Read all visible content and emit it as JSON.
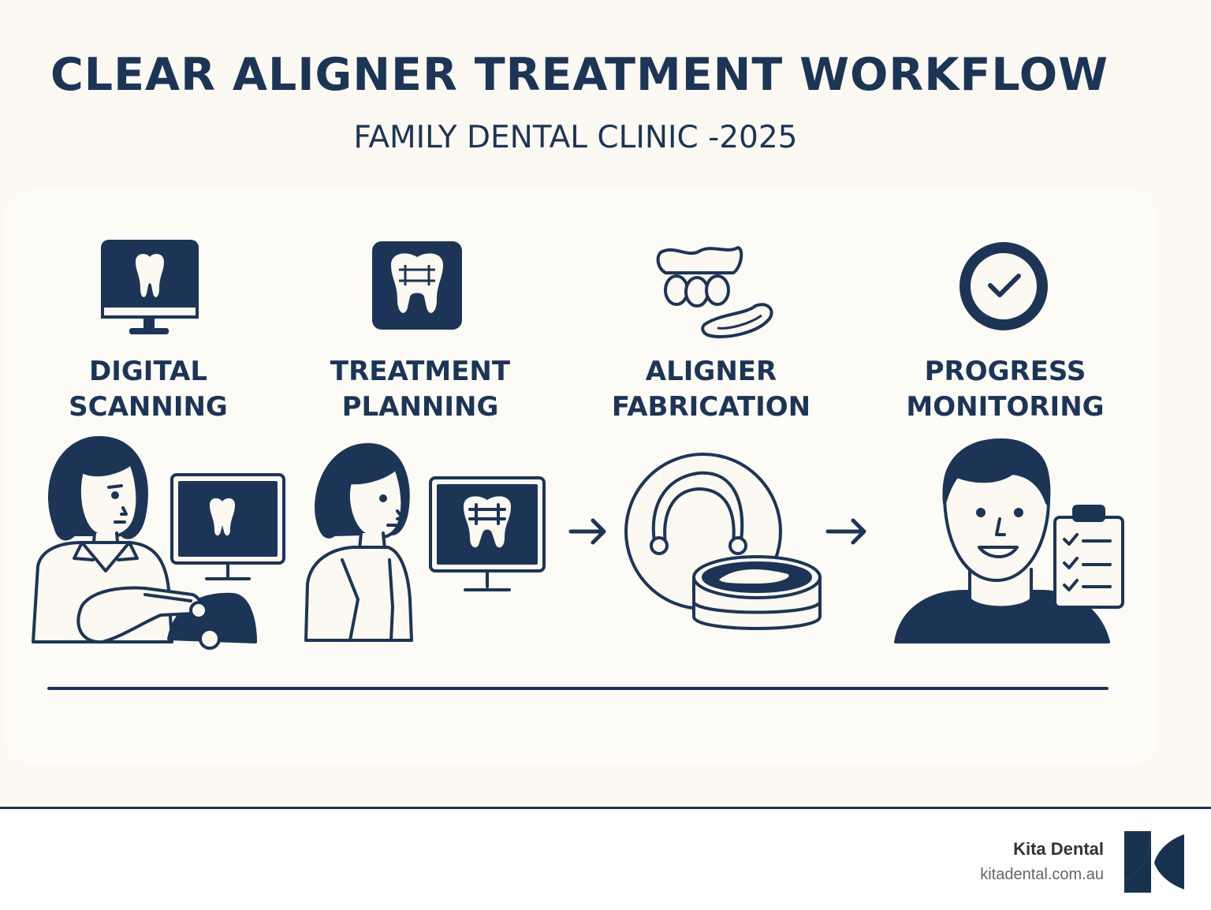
{
  "title": "CLEAR ALIGNER TREATMENT WORKFLOW",
  "subtitle": "FAMILY DENTAL CLINIC -2025",
  "steps": [
    {
      "line1": "DIGITAL",
      "line2": "SCANNING",
      "icon": "tooth-monitor-icon"
    },
    {
      "line1": "TREATMENT",
      "line2": "PLANNING",
      "icon": "tooth-braces-icon"
    },
    {
      "line1": "ALIGNER",
      "line2": "FABRICATION",
      "icon": "aligner-trays-icon"
    },
    {
      "line1": "PROGRESS",
      "line2": "MONITORING",
      "icon": "checkmark-circle-icon"
    }
  ],
  "brand": {
    "name": "Kita Dental",
    "url": "kitadental.com.au",
    "logo": "kita-logo-icon"
  },
  "colors": {
    "primary": "#1c3557",
    "background": "#fbf9f1"
  }
}
